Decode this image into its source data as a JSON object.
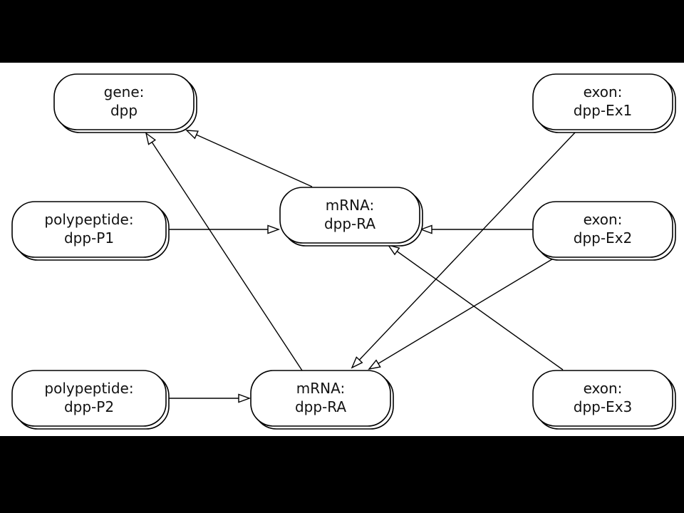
{
  "background_color": "#000000",
  "canvas_color": "#ffffff",
  "nodes": {
    "gene_dpp": {
      "type": "gene:",
      "name": "dpp"
    },
    "exon_ex1": {
      "type": "exon:",
      "name": "dpp-Ex1"
    },
    "mrna_top": {
      "type": "mRNA:",
      "name": "dpp-RA"
    },
    "poly_p1": {
      "type": "polypeptide:",
      "name": "dpp-P1"
    },
    "exon_ex2": {
      "type": "exon:",
      "name": "dpp-Ex2"
    },
    "poly_p2": {
      "type": "polypeptide:",
      "name": "dpp-P2"
    },
    "mrna_bottom": {
      "type": "mRNA:",
      "name": "dpp-RA"
    },
    "exon_ex3": {
      "type": "exon:",
      "name": "dpp-Ex3"
    }
  },
  "edges": [
    {
      "from": "mrna_top",
      "to": "gene_dpp"
    },
    {
      "from": "mrna_bottom",
      "to": "gene_dpp"
    },
    {
      "from": "poly_p1",
      "to": "mrna_top"
    },
    {
      "from": "exon_ex2",
      "to": "mrna_top"
    },
    {
      "from": "exon_ex3",
      "to": "mrna_top"
    },
    {
      "from": "exon_ex1",
      "to": "mrna_bottom"
    },
    {
      "from": "exon_ex2",
      "to": "mrna_bottom"
    },
    {
      "from": "poly_p2",
      "to": "mrna_bottom"
    }
  ]
}
